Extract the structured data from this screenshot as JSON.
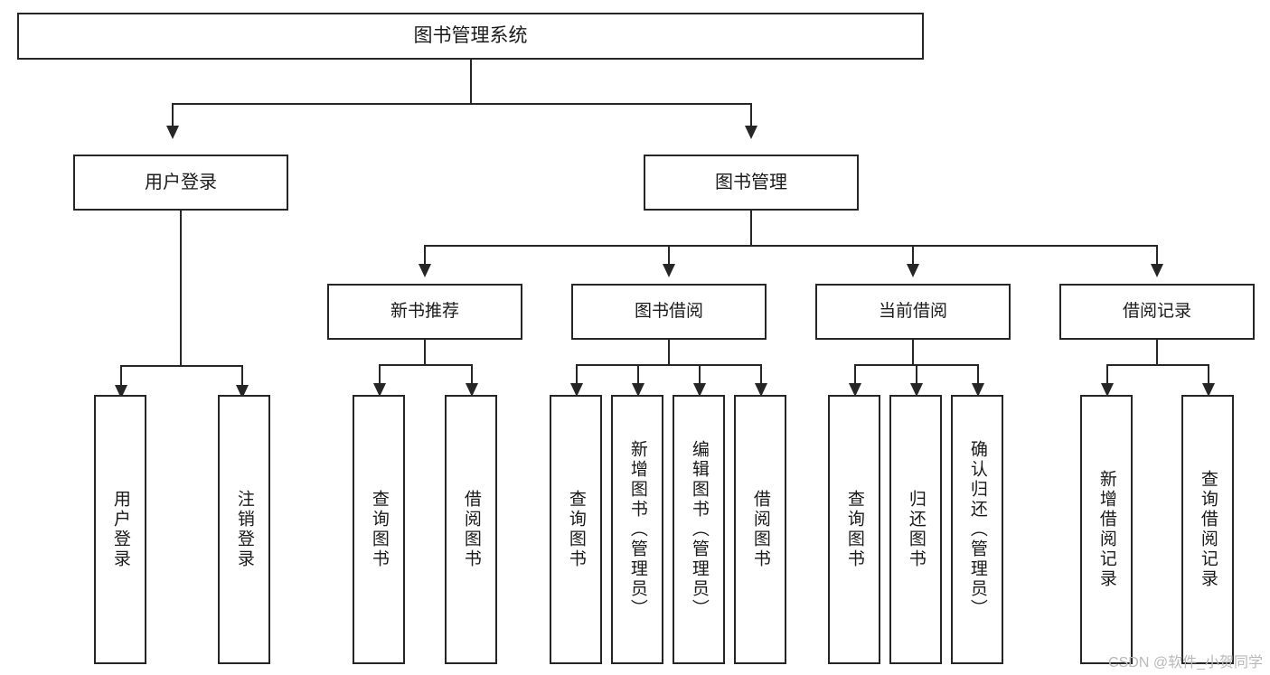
{
  "diagram": {
    "type": "tree-hierarchy",
    "title": "图书管理系统",
    "root": {
      "label": "图书管理系统"
    },
    "level1": [
      {
        "label": "用户登录"
      },
      {
        "label": "图书管理"
      }
    ],
    "level2": [
      {
        "label": "新书推荐",
        "parent": "图书管理"
      },
      {
        "label": "图书借阅",
        "parent": "图书管理"
      },
      {
        "label": "当前借阅",
        "parent": "图书管理"
      },
      {
        "label": "借阅记录",
        "parent": "图书管理"
      }
    ],
    "leaves": {
      "user_login": [
        {
          "label": "用户登录"
        },
        {
          "label": "注销登录"
        }
      ],
      "new_book_recommend": [
        {
          "label": "查询图书"
        },
        {
          "label": "借阅图书"
        }
      ],
      "book_borrow": [
        {
          "label": "查询图书"
        },
        {
          "label": "新增图书（管理员）"
        },
        {
          "label": "编辑图书（管理员）"
        },
        {
          "label": "借阅图书"
        }
      ],
      "current_borrow": [
        {
          "label": "查询图书"
        },
        {
          "label": "归还图书"
        },
        {
          "label": "确认归还（管理员）"
        }
      ],
      "borrow_record": [
        {
          "label": "新增借阅记录"
        },
        {
          "label": "查询借阅记录"
        }
      ]
    }
  },
  "watermark": {
    "text": "CSDN @软件_小贺同学"
  },
  "colors": {
    "stroke": "#262626",
    "fill": "#ffffff",
    "text": "#1a1a1a",
    "watermark": "#b9b9b9"
  }
}
